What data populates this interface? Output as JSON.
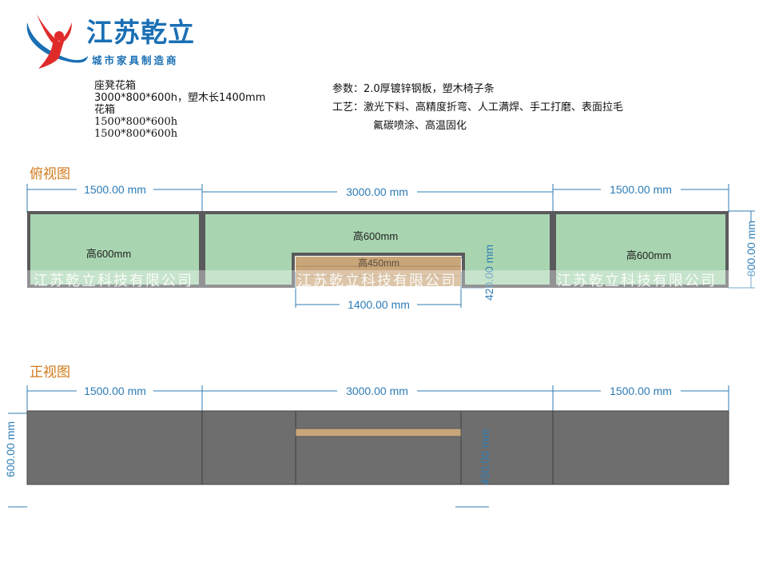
{
  "logo": {
    "name": "江苏乾立",
    "tagline": "城市家具制造商",
    "colors": {
      "blue": "#1a6fb4",
      "red": "#e02b2b"
    }
  },
  "spec": {
    "lines": [
      "座凳花箱",
      "3000*800*600h，塑木长1400mm",
      "花箱",
      "1500*800*600h",
      "1500*800*600h"
    ]
  },
  "params": {
    "material": "参数：2.0厚镀锌钢板，塑木椅子条",
    "process": "工艺：激光下料、高精度折弯、人工满焊、手工打磨、表面拉毛",
    "process_cont": "氟碳喷涂、高温固化"
  },
  "top_view": {
    "title": "俯视图",
    "dims": {
      "left": "1500.00 mm",
      "middle": "3000.00 mm",
      "right": "1500.00 mm",
      "depth": "800.00 mm",
      "bench_width": "1400.00 mm",
      "bench_depth": "420.00 mm"
    },
    "labels": {
      "left": "高600mm",
      "middle": "高600mm",
      "right": "高600mm",
      "bench": "高450mm"
    }
  },
  "front_view": {
    "title": "正视图",
    "dims": {
      "left": "1500.00 mm",
      "middle": "3000.00 mm",
      "right": "1500.00 mm",
      "height": "600.00 mm",
      "bench_height": "450.00 mm"
    }
  },
  "watermark": "江苏乾立科技有限公司",
  "colors": {
    "planter_fill": "#a8d5b0",
    "frame": "#5a5a5c",
    "wood": "#c9a67a",
    "steel": "#6e6e6e",
    "dimension": "#2d7cb5",
    "title": "#d07a1a"
  }
}
